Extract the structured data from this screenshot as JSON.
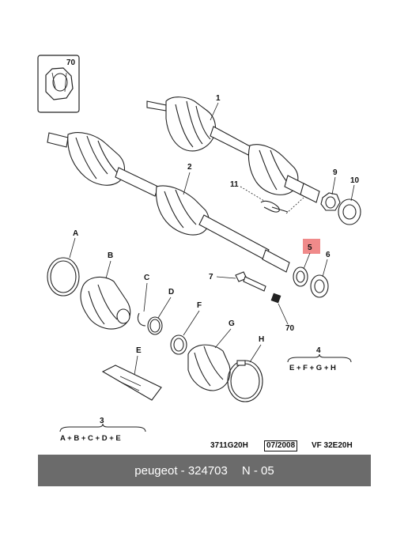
{
  "labels": {
    "p1": "1",
    "p2": "2",
    "p4": "4",
    "p5": "5",
    "p6": "6",
    "p7": "7",
    "p9": "9",
    "p10": "10",
    "p11": "11",
    "p70_inset": "70",
    "p70": "70",
    "A": "A",
    "B": "B",
    "C": "C",
    "D": "D",
    "E": "E",
    "F": "F",
    "G": "G",
    "H": "H",
    "group3": "3"
  },
  "formulas": {
    "group4": "E + F + G + H",
    "group3": "A + B + C + D + E"
  },
  "reference": {
    "code": "3711G20H",
    "date": "07/2008",
    "vehicle": "VF 32E20H"
  },
  "banner": {
    "brand_part": "peugeot - 324703",
    "position": "N - 05"
  },
  "colors": {
    "highlight": "#f08a8a",
    "banner_bg": "#6b6b6b",
    "banner_text": "#ffffff"
  }
}
